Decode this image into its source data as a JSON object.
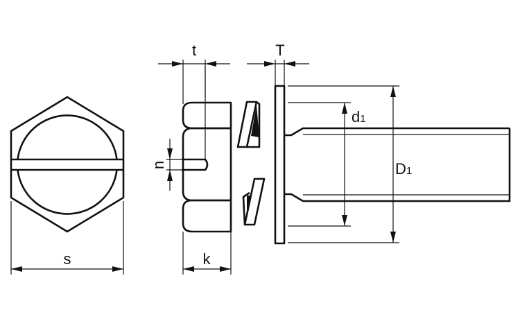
{
  "labels": {
    "s": "s",
    "k": "k",
    "t": "t",
    "n": "n",
    "T": "T",
    "d": "d",
    "d_sub": "1",
    "D": "D",
    "D_sub": "1"
  },
  "colors": {
    "line": "#111111",
    "fill": "#111111",
    "background": "#ffffff"
  }
}
